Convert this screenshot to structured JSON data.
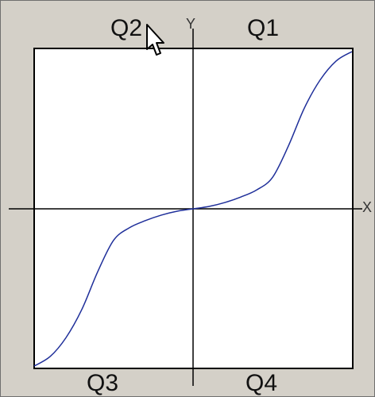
{
  "window": {
    "background": "#d4d0c8",
    "plot_background": "#ffffff"
  },
  "quadrants": {
    "q1": "Q1",
    "q2": "Q2",
    "q3": "Q3",
    "q4": "Q4"
  },
  "axes": {
    "x_label": "X",
    "y_label": "Y",
    "axis_color": "#000000",
    "curve_color": "#1f2f9a",
    "x_range": [
      -1,
      1
    ],
    "y_range": [
      -1,
      1
    ]
  },
  "curve": {
    "points": [
      [
        -1.0,
        -1.0
      ],
      [
        -0.9,
        -0.94
      ],
      [
        -0.8,
        -0.82
      ],
      [
        -0.7,
        -0.64
      ],
      [
        -0.6,
        -0.4
      ],
      [
        -0.5,
        -0.2
      ],
      [
        -0.4,
        -0.12
      ],
      [
        -0.3,
        -0.075
      ],
      [
        -0.2,
        -0.04
      ],
      [
        -0.1,
        -0.015
      ],
      [
        0.0,
        0.0
      ],
      [
        0.1,
        0.015
      ],
      [
        0.2,
        0.04
      ],
      [
        0.3,
        0.075
      ],
      [
        0.4,
        0.12
      ],
      [
        0.5,
        0.2
      ],
      [
        0.6,
        0.4
      ],
      [
        0.7,
        0.64
      ],
      [
        0.8,
        0.82
      ],
      [
        0.9,
        0.94
      ],
      [
        1.0,
        1.0
      ]
    ]
  },
  "icons": {
    "cursor": "arrow-cursor-icon"
  }
}
